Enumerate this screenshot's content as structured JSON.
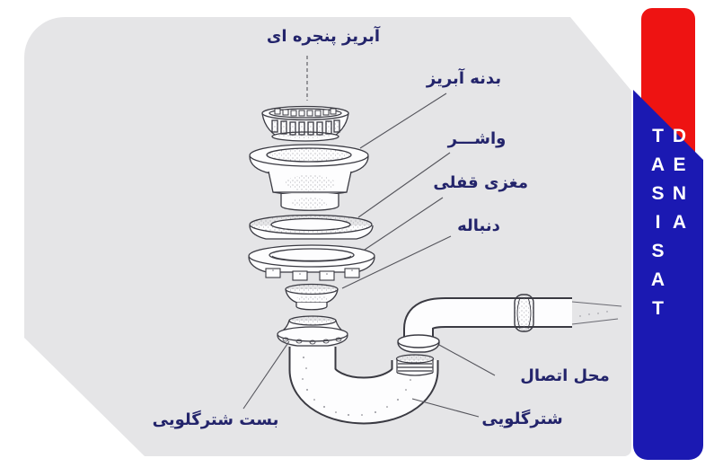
{
  "page": {
    "background_color": "#ffffff",
    "panel_color": "#e5e5e7"
  },
  "side_banner": {
    "text": "TASISAT DENA",
    "red_color": "#ee1312",
    "blue_color": "#1b19b2",
    "text_color": "#ffffff"
  },
  "diagram": {
    "label_color": "#23246b",
    "labels": {
      "strainer_basket": "آبریز پنجره ای",
      "drain_body": "بدنه آبریز",
      "washer": "واشـــر",
      "lock_insert": "مغزی قفلی",
      "tailpiece": "دنباله",
      "connection_point": "محل اتصال",
      "trap": "شترگلویی",
      "trap_clamp": "بست شترگلویی"
    }
  }
}
